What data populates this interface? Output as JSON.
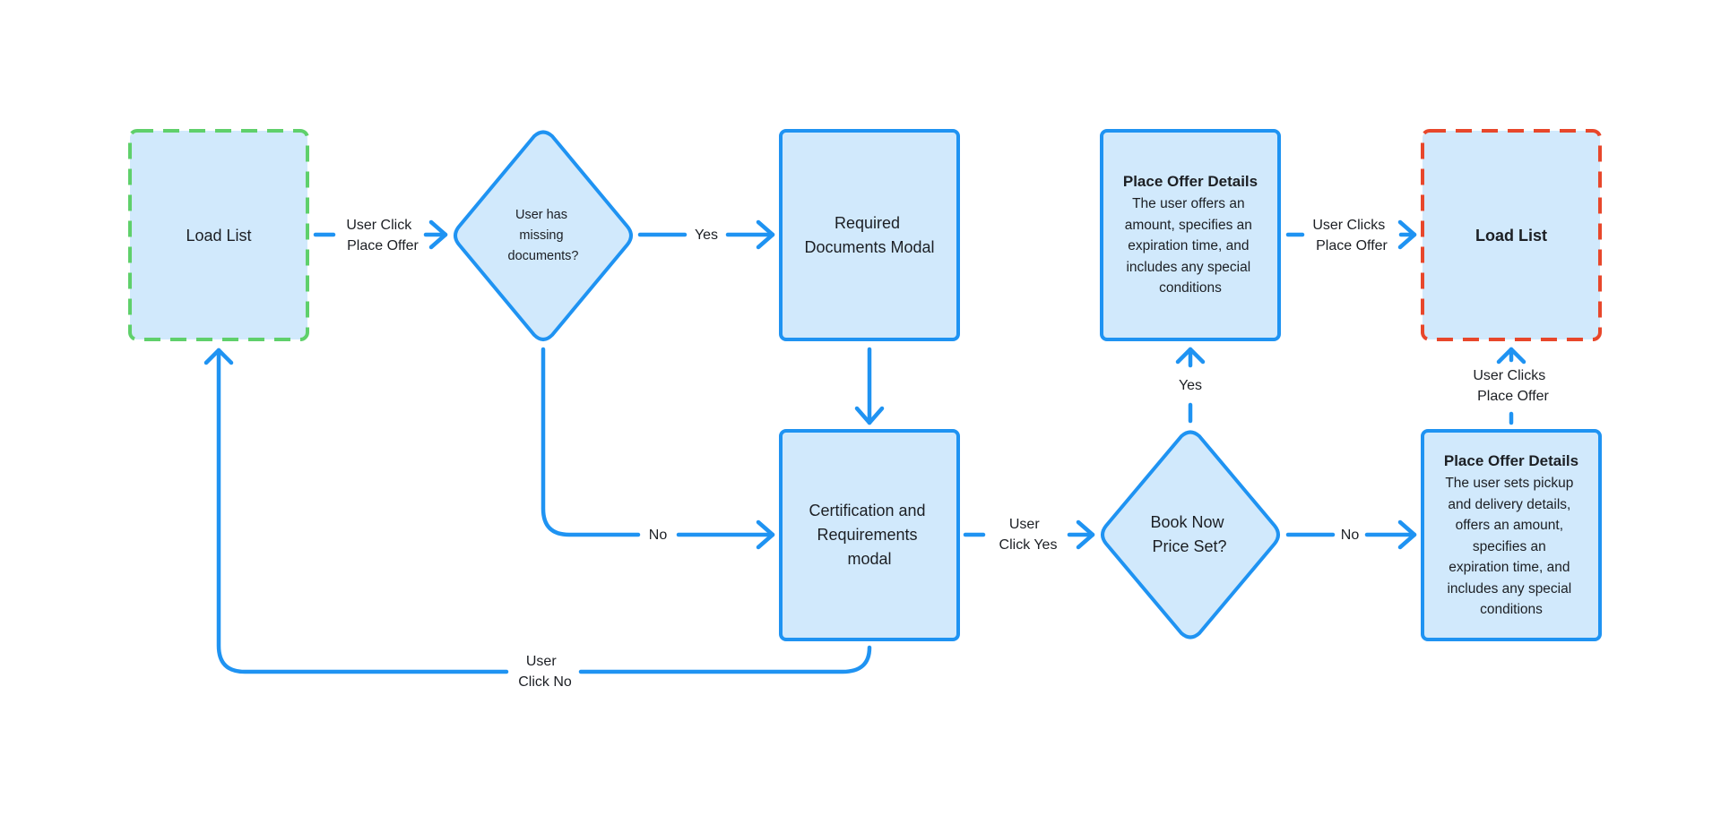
{
  "colors": {
    "accent": "#1f93f2",
    "node_fill": "#d1e9fc",
    "start_border": "#5fd06b",
    "end_border": "#e8472b",
    "text": "#1c1f24"
  },
  "nodes": {
    "start": {
      "lines": [
        "Load List"
      ]
    },
    "decision_missing_docs": {
      "lines": [
        "User has",
        "missing",
        "documents?"
      ]
    },
    "required_docs": {
      "lines": [
        "Required",
        "Documents Modal"
      ]
    },
    "cert_requirements": {
      "lines": [
        "Certification and",
        "Requirements",
        "modal"
      ]
    },
    "decision_book_now": {
      "lines": [
        "Book Now",
        "Price Set?"
      ]
    },
    "offer_details_simple": {
      "title": "Place Offer Details",
      "lines": [
        "The user offers an",
        "amount, specifies an",
        "expiration time, and",
        "includes any special",
        "conditions"
      ]
    },
    "offer_details_full": {
      "title": "Place Offer Details",
      "lines": [
        "The user sets pickup",
        "and delivery details,",
        "offers an amount,",
        "specifies an",
        "expiration time, and",
        "includes any special",
        "conditions"
      ]
    },
    "end": {
      "lines": [
        "Load List"
      ]
    }
  },
  "edges": {
    "start_to_decision": [
      "User Click",
      "Place Offer"
    ],
    "decision_yes": [
      "Yes"
    ],
    "decision_no": [
      "No"
    ],
    "cert_no": [
      "User",
      "Click No"
    ],
    "cert_yes": [
      "User",
      "Click Yes"
    ],
    "book_yes": [
      "Yes"
    ],
    "book_no": [
      "No"
    ],
    "simple_to_end": [
      "User Clicks",
      "Place Offer"
    ],
    "full_to_end": [
      "User Clicks",
      "Place Offer"
    ]
  }
}
